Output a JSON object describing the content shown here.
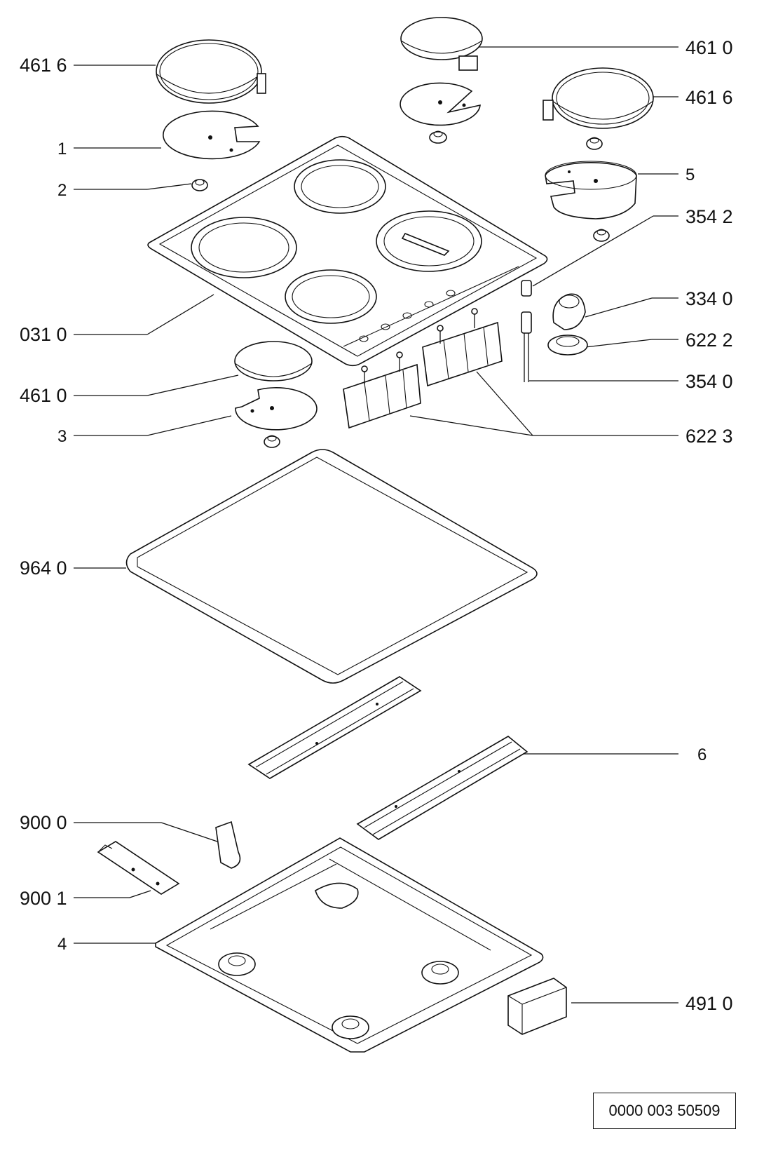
{
  "diagram": {
    "callouts": [
      {
        "id": "hotplate-top-left",
        "label": "461 6"
      },
      {
        "id": "hotplate-top-center",
        "label": "461 0"
      },
      {
        "id": "hotplate-top-right",
        "label": "461 6"
      },
      {
        "id": "heat-shield-1",
        "label": "1"
      },
      {
        "id": "nut-2",
        "label": "2"
      },
      {
        "id": "heat-shield-5",
        "label": "5"
      },
      {
        "id": "spindle-cap",
        "label": "354 2"
      },
      {
        "id": "knob",
        "label": "334 0"
      },
      {
        "id": "knob-ring",
        "label": "622 2"
      },
      {
        "id": "spindle",
        "label": "354 0"
      },
      {
        "id": "hob-top",
        "label": "031 0"
      },
      {
        "id": "hotplate-bottom",
        "label": "461 0"
      },
      {
        "id": "heat-shield-3",
        "label": "3"
      },
      {
        "id": "switch-block",
        "label": "622 3"
      },
      {
        "id": "gasket",
        "label": "964 0"
      },
      {
        "id": "rail-6",
        "label": "6"
      },
      {
        "id": "bracket-small",
        "label": "900 0"
      },
      {
        "id": "bracket-long",
        "label": "900 1"
      },
      {
        "id": "base-tray-4",
        "label": "4"
      },
      {
        "id": "terminal-block",
        "label": "491 0"
      }
    ],
    "document_number": "0000 003 50509"
  }
}
